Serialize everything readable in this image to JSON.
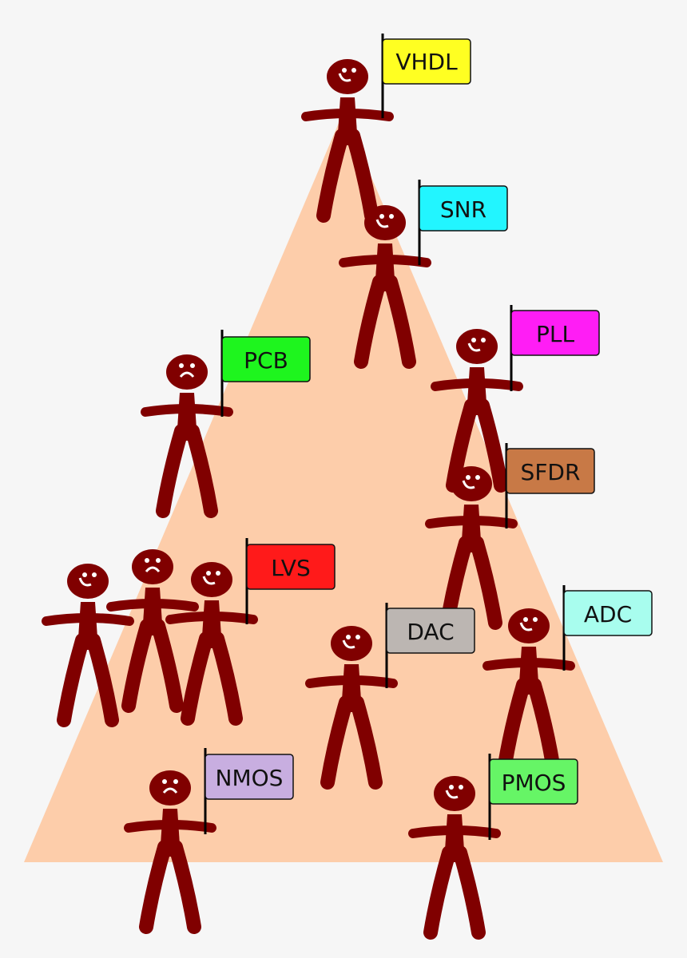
{
  "background_color": "#f6f6f6",
  "pyramid_color": "#fdcdaa",
  "figure_color": "#800000",
  "figures": [
    {
      "label": "VHDL",
      "flag_color": "#ffff22",
      "face": "happy"
    },
    {
      "label": "SNR",
      "flag_color": "#22f5ff",
      "face": "happy"
    },
    {
      "label": "PLL",
      "flag_color": "#ff1df5",
      "face": "happy"
    },
    {
      "label": "PCB",
      "flag_color": "#1ef51e",
      "face": "worried"
    },
    {
      "label": "SFDR",
      "flag_color": "#c87946",
      "face": "happy"
    },
    {
      "label": "LVS",
      "flag_color": "#ff1a1a",
      "face": "happy"
    },
    {
      "label": "DAC",
      "flag_color": "#bcb6b2",
      "face": "happy"
    },
    {
      "label": "ADC",
      "flag_color": "#a8fdee",
      "face": "happy"
    },
    {
      "label": "NMOS",
      "flag_color": "#c8aee0",
      "face": "worried"
    },
    {
      "label": "PMOS",
      "flag_color": "#66f566",
      "face": "happy"
    },
    {
      "label": "",
      "flag_color": "",
      "face": "happy"
    },
    {
      "label": "",
      "flag_color": "",
      "face": "worried"
    }
  ]
}
